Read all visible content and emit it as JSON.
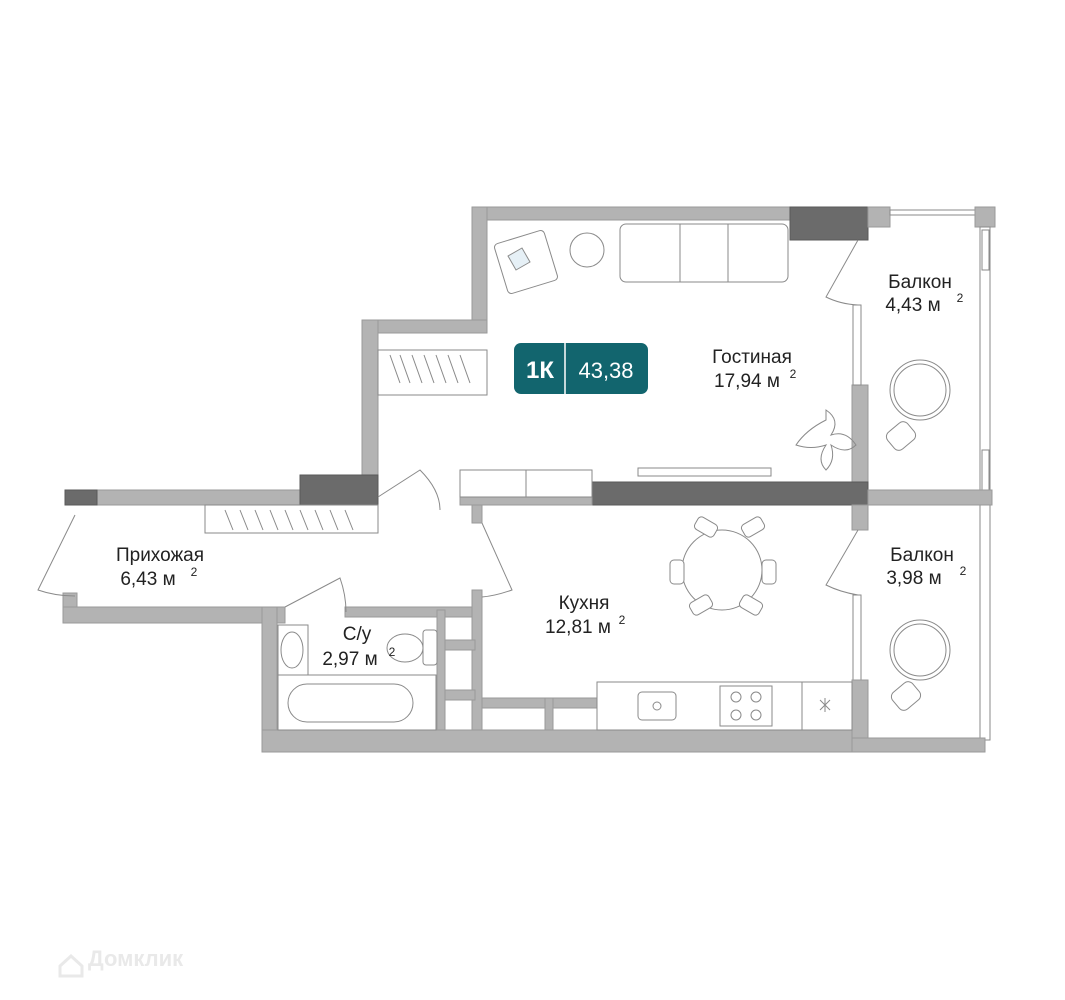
{
  "plan": {
    "badge": {
      "rooms": "1К",
      "total_area": "43,38"
    },
    "rooms": [
      {
        "name": "Гостиная",
        "area": "17,94 м",
        "unit_sup": "2"
      },
      {
        "name": "Балкон",
        "area": "4,43 м",
        "unit_sup": "2"
      },
      {
        "name": "Прихожая",
        "area": "6,43 м",
        "unit_sup": "2"
      },
      {
        "name": "Кухня",
        "area": "12,81 м",
        "unit_sup": "2"
      },
      {
        "name": "Балкон",
        "area": "3,98 м",
        "unit_sup": "2"
      },
      {
        "name": "С/у",
        "area": "2,97 м",
        "unit_sup": "2"
      }
    ],
    "colors": {
      "wall": "#b3b3b3",
      "wall_dark": "#6b6b6b",
      "badge": "#12656e"
    }
  },
  "watermark": "Домклик"
}
